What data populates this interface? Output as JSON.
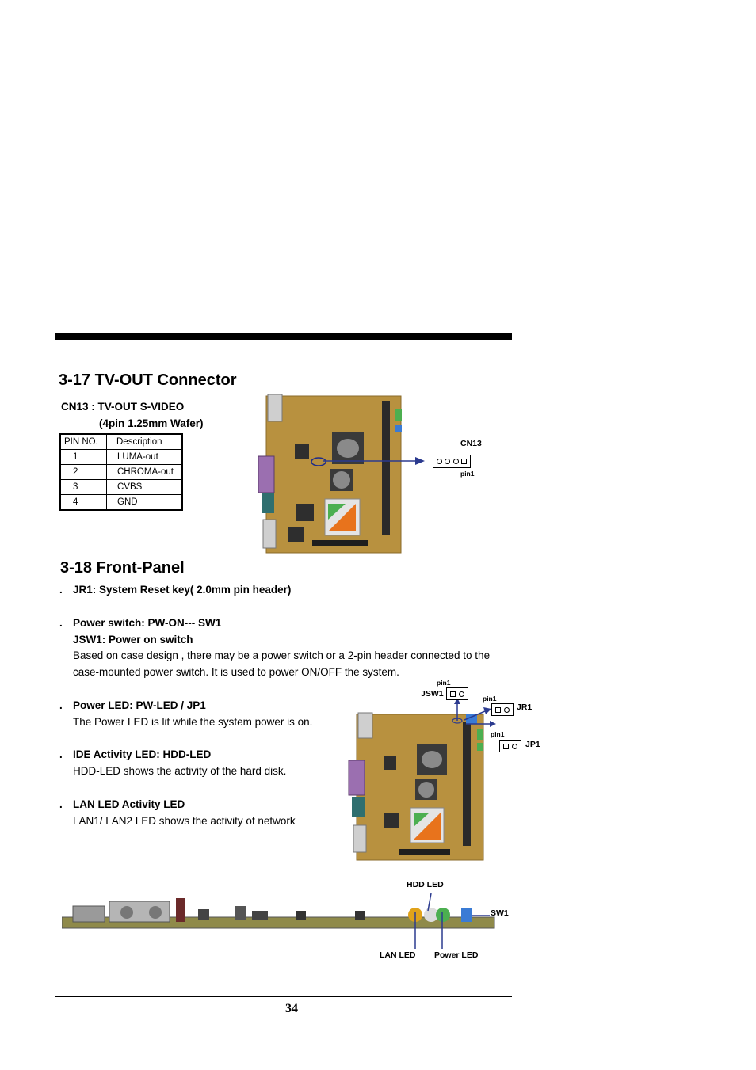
{
  "section17": {
    "title": "3-17 TV-OUT Connector",
    "subtitle_line1": "CN13 : TV-OUT S-VIDEO",
    "subtitle_line2": "(4pin 1.25mm Wafer)",
    "table": {
      "headers": [
        "PIN NO.",
        "Description"
      ],
      "rows": [
        [
          "1",
          "LUMA-out"
        ],
        [
          "2",
          "CHROMA-out"
        ],
        [
          "3",
          "CVBS"
        ],
        [
          "4",
          "GND"
        ]
      ]
    },
    "connector_label": "CN13",
    "pin1_label": "pin1"
  },
  "section18": {
    "title": "3-18 Front-Panel",
    "bullet": ".",
    "items": [
      {
        "heading": "JR1: System Reset key( 2.0mm pin header)"
      },
      {
        "heading": "Power switch: PW-ON--- SW1",
        "subheading": "JSW1: Power on switch",
        "line1": "Based on case design , there may be a power switch or a 2-pin header connected to the",
        "line2": "case-mounted power switch. It is used to power ON/OFF the system."
      },
      {
        "heading": "Power LED: PW-LED / JP1",
        "line1": "The Power LED is lit while the system power is on."
      },
      {
        "heading": "IDE Activity LED: HDD-LED",
        "line1": "HDD-LED shows the activity of the hard disk."
      },
      {
        "heading": "LAN LED Activity LED",
        "line1": "LAN1/ LAN2 LED shows the activity of network"
      }
    ],
    "labels": {
      "jsw1": "JSW1",
      "jr1": "JR1",
      "jp1": "JP1",
      "pin1": "pin1",
      "hdd_led": "HDD LED",
      "sw1": "SW1",
      "lan_led": "LAN LED",
      "power_led": "Power LED"
    }
  },
  "page_number": "34",
  "colors": {
    "arrow": "#2b3a8f",
    "board": "#b8913f"
  }
}
